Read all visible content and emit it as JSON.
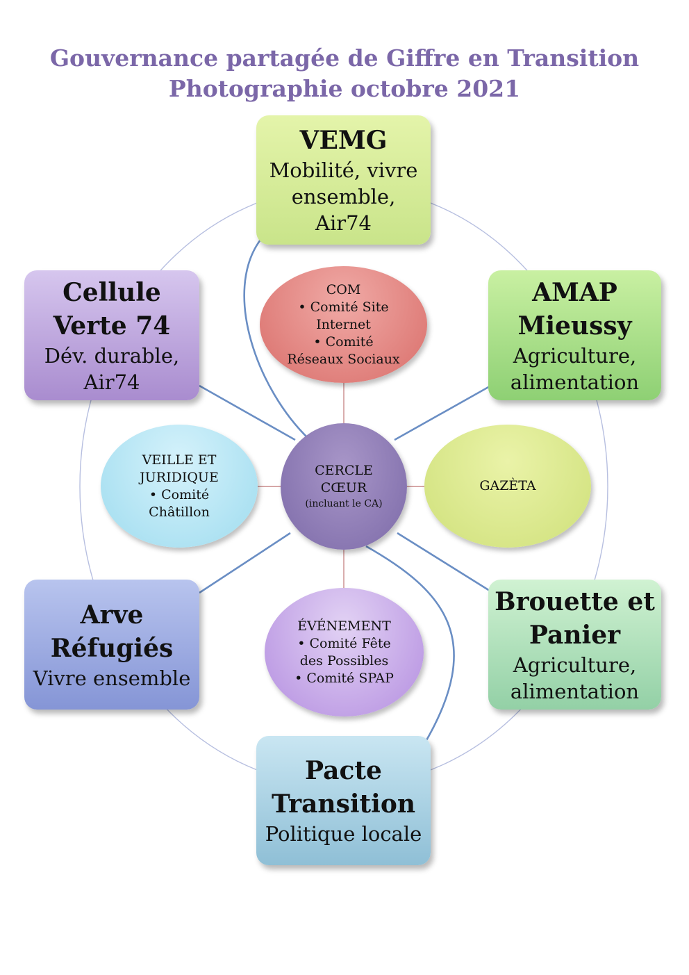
{
  "title": {
    "line1": "Gouvernance partagée de Giffre en Transition",
    "line2": "Photographie octobre 2021"
  },
  "circles": {
    "vemg": {
      "title": "VEMG",
      "subtitle": "Mobilité, vivre\nensemble,\nAir74"
    },
    "cellule": {
      "title": "Cellule\nVerte 74",
      "subtitle": "Dév. durable,\nAir74"
    },
    "amap": {
      "title": "AMAP\nMieussy",
      "subtitle": "Agriculture,\nalimentation"
    },
    "arve": {
      "title": "Arve\nRéfugiés",
      "subtitle": "Vivre ensemble"
    },
    "brouette": {
      "title": "Brouette et\nPanier",
      "subtitle": "Agriculture,\nalimentation"
    },
    "pacte": {
      "title": "Pacte\nTransition",
      "subtitle": "Politique locale"
    }
  },
  "commissions": {
    "com": [
      "COM",
      "• Comité Site",
      "Internet",
      "• Comité",
      "Réseaux Sociaux"
    ],
    "veille": [
      "VEILLE ET",
      "JURIDIQUE",
      "• Comité",
      "Châtillon"
    ],
    "gazeta": [
      "GAZÈTA"
    ],
    "evenement": [
      "ÉVÉNEMENT",
      "• Comité Fête",
      "des Possibles",
      "• Comité SPAP"
    ]
  },
  "core": {
    "line1": "CERCLE",
    "line2": "CŒUR",
    "line3": "(incluant le CA)"
  },
  "colors": {
    "title": "#7b67a8",
    "outer_ring": "#a8b8d8",
    "blue_links": "#6a8ec4",
    "red_links": "#c98a8a"
  }
}
